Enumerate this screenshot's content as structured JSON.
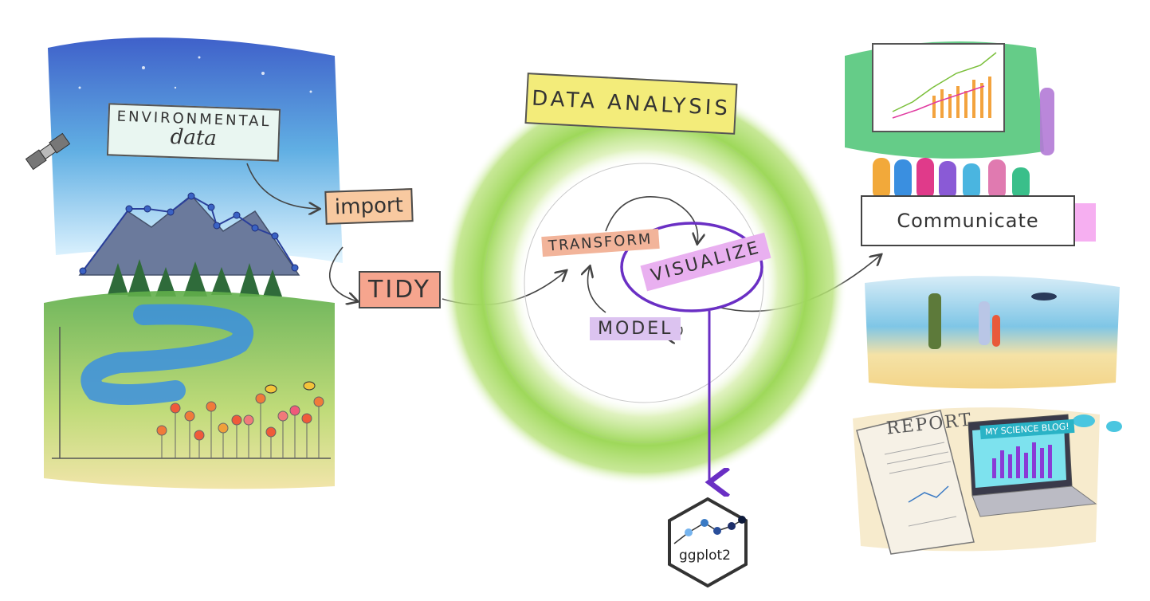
{
  "source": {
    "title_line1": "ENVIRONMENTAL",
    "title_line2": "data"
  },
  "steps": {
    "import": "import",
    "tidy": "TIDY"
  },
  "analysis": {
    "title": "DATA ANALYSIS",
    "transform": "TRANSFORM",
    "visualize": "VISUALIZE",
    "model": "MODEL"
  },
  "output": {
    "communicate": "Communicate",
    "report": "REPORT",
    "blog": "MY SCIENCE BLOG!"
  },
  "package": {
    "name": "ggplot2"
  },
  "colors": {
    "ring": "#9ed85a",
    "highlight": "#6a2fc4",
    "sky": "#3a74d6",
    "meadow": "#b9d86a"
  }
}
